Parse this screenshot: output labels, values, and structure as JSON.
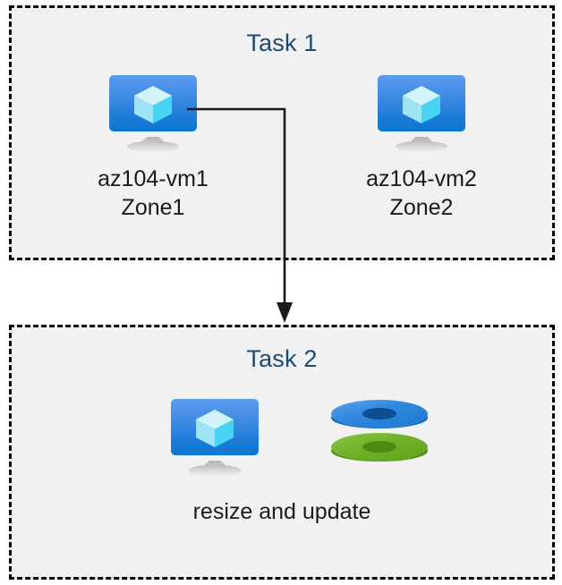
{
  "diagram": {
    "title_color": "#1b4a73",
    "box_fill": "#f1f1f1",
    "box_border_color": "#000000",
    "connector_color": "#1a1a1a",
    "tasks": [
      {
        "id": "task-1",
        "title": "Task 1",
        "nodes": [
          {
            "id": "vm1",
            "icon": "virtual-machine-icon",
            "caption": "az104-vm1\nZone1",
            "name": "az104-vm1",
            "zone": "Zone1"
          },
          {
            "id": "vm2",
            "icon": "virtual-machine-icon",
            "caption": "az104-vm2\nZone2",
            "name": "az104-vm2",
            "zone": "Zone2"
          }
        ]
      },
      {
        "id": "task-2",
        "title": "Task 2",
        "icons": [
          {
            "id": "vm-resize",
            "icon": "virtual-machine-icon"
          },
          {
            "id": "disks",
            "icon": "managed-disks-icon"
          }
        ],
        "caption": "resize and update"
      }
    ],
    "connector": {
      "from": "az104-vm1",
      "to": "task-2",
      "style": "elbow-with-arrowhead"
    }
  }
}
